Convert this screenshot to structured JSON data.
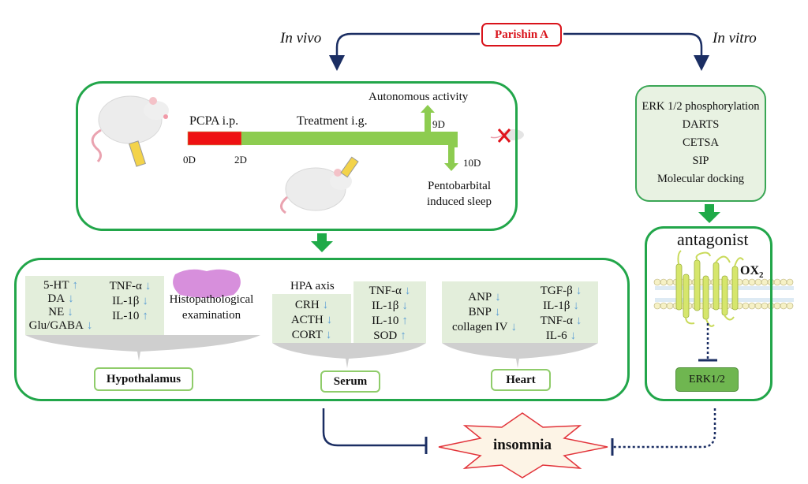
{
  "title": "Parishin A",
  "branches": {
    "in_vivo": "In vivo",
    "in_vitro": "In vitro"
  },
  "colors": {
    "accent_red": "#d9131b",
    "frame_green": "#22a64a",
    "arrow_navy": "#1b2e63",
    "timeline_green": "#8dcc50",
    "timeline_red": "#ee1111",
    "panel_bg": "#e3eedb",
    "indicator_blue": "#5d9fd4"
  },
  "timeline": {
    "pcpa_label": "PCPA i.p.",
    "treatment_label": "Treatment i.g.",
    "ticks": [
      "0D",
      "2D",
      "9D",
      "10D"
    ],
    "autonomous_label": "Autonomous activity",
    "sleep_label_line1": "Pentobarbital",
    "sleep_label_line2": "induced sleep"
  },
  "in_vitro_methods": [
    "ERK 1/2 phosphorylation",
    "DARTS",
    "CETSA",
    "SIP",
    "Molecular docking"
  ],
  "mechanism": {
    "antagonist_label": "antagonist",
    "receptor_label": "OX",
    "receptor_sub": "2",
    "target_label": "ERK1/2"
  },
  "hypothalamus": {
    "label": "Hypothalamus",
    "col1": [
      {
        "name": "5-HT",
        "dir": "↑"
      },
      {
        "name": "DA",
        "dir": "↓"
      },
      {
        "name": "NE",
        "dir": "↓"
      },
      {
        "name": "Glu/GABA",
        "dir": "↓"
      }
    ],
    "col2": [
      {
        "name": "TNF-α",
        "dir": "↓"
      },
      {
        "name": "IL-1β",
        "dir": "↓"
      },
      {
        "name": "IL-10",
        "dir": "↑"
      }
    ],
    "histo_line1": "Histopathological",
    "histo_line2": "examination"
  },
  "serum": {
    "label": "Serum",
    "hpa_label": "HPA axis",
    "col1": [
      {
        "name": "CRH",
        "dir": "↓"
      },
      {
        "name": "ACTH",
        "dir": "↓"
      },
      {
        "name": "CORT",
        "dir": "↓"
      }
    ],
    "col2": [
      {
        "name": "TNF-α",
        "dir": "↓"
      },
      {
        "name": "IL-1β",
        "dir": "↓"
      },
      {
        "name": "IL-10",
        "dir": "↑"
      },
      {
        "name": "SOD",
        "dir": "↑"
      }
    ]
  },
  "heart": {
    "label": "Heart",
    "col1": [
      {
        "name": "ANP",
        "dir": "↓"
      },
      {
        "name": "BNP",
        "dir": "↓"
      },
      {
        "name": "collagen IV",
        "dir": "↓"
      }
    ],
    "col2": [
      {
        "name": "TGF-β",
        "dir": "↓"
      },
      {
        "name": "IL-1β",
        "dir": "↓"
      },
      {
        "name": "TNF-α",
        "dir": "↓"
      },
      {
        "name": "IL-6",
        "dir": "↓"
      }
    ]
  },
  "outcome": "insomnia"
}
